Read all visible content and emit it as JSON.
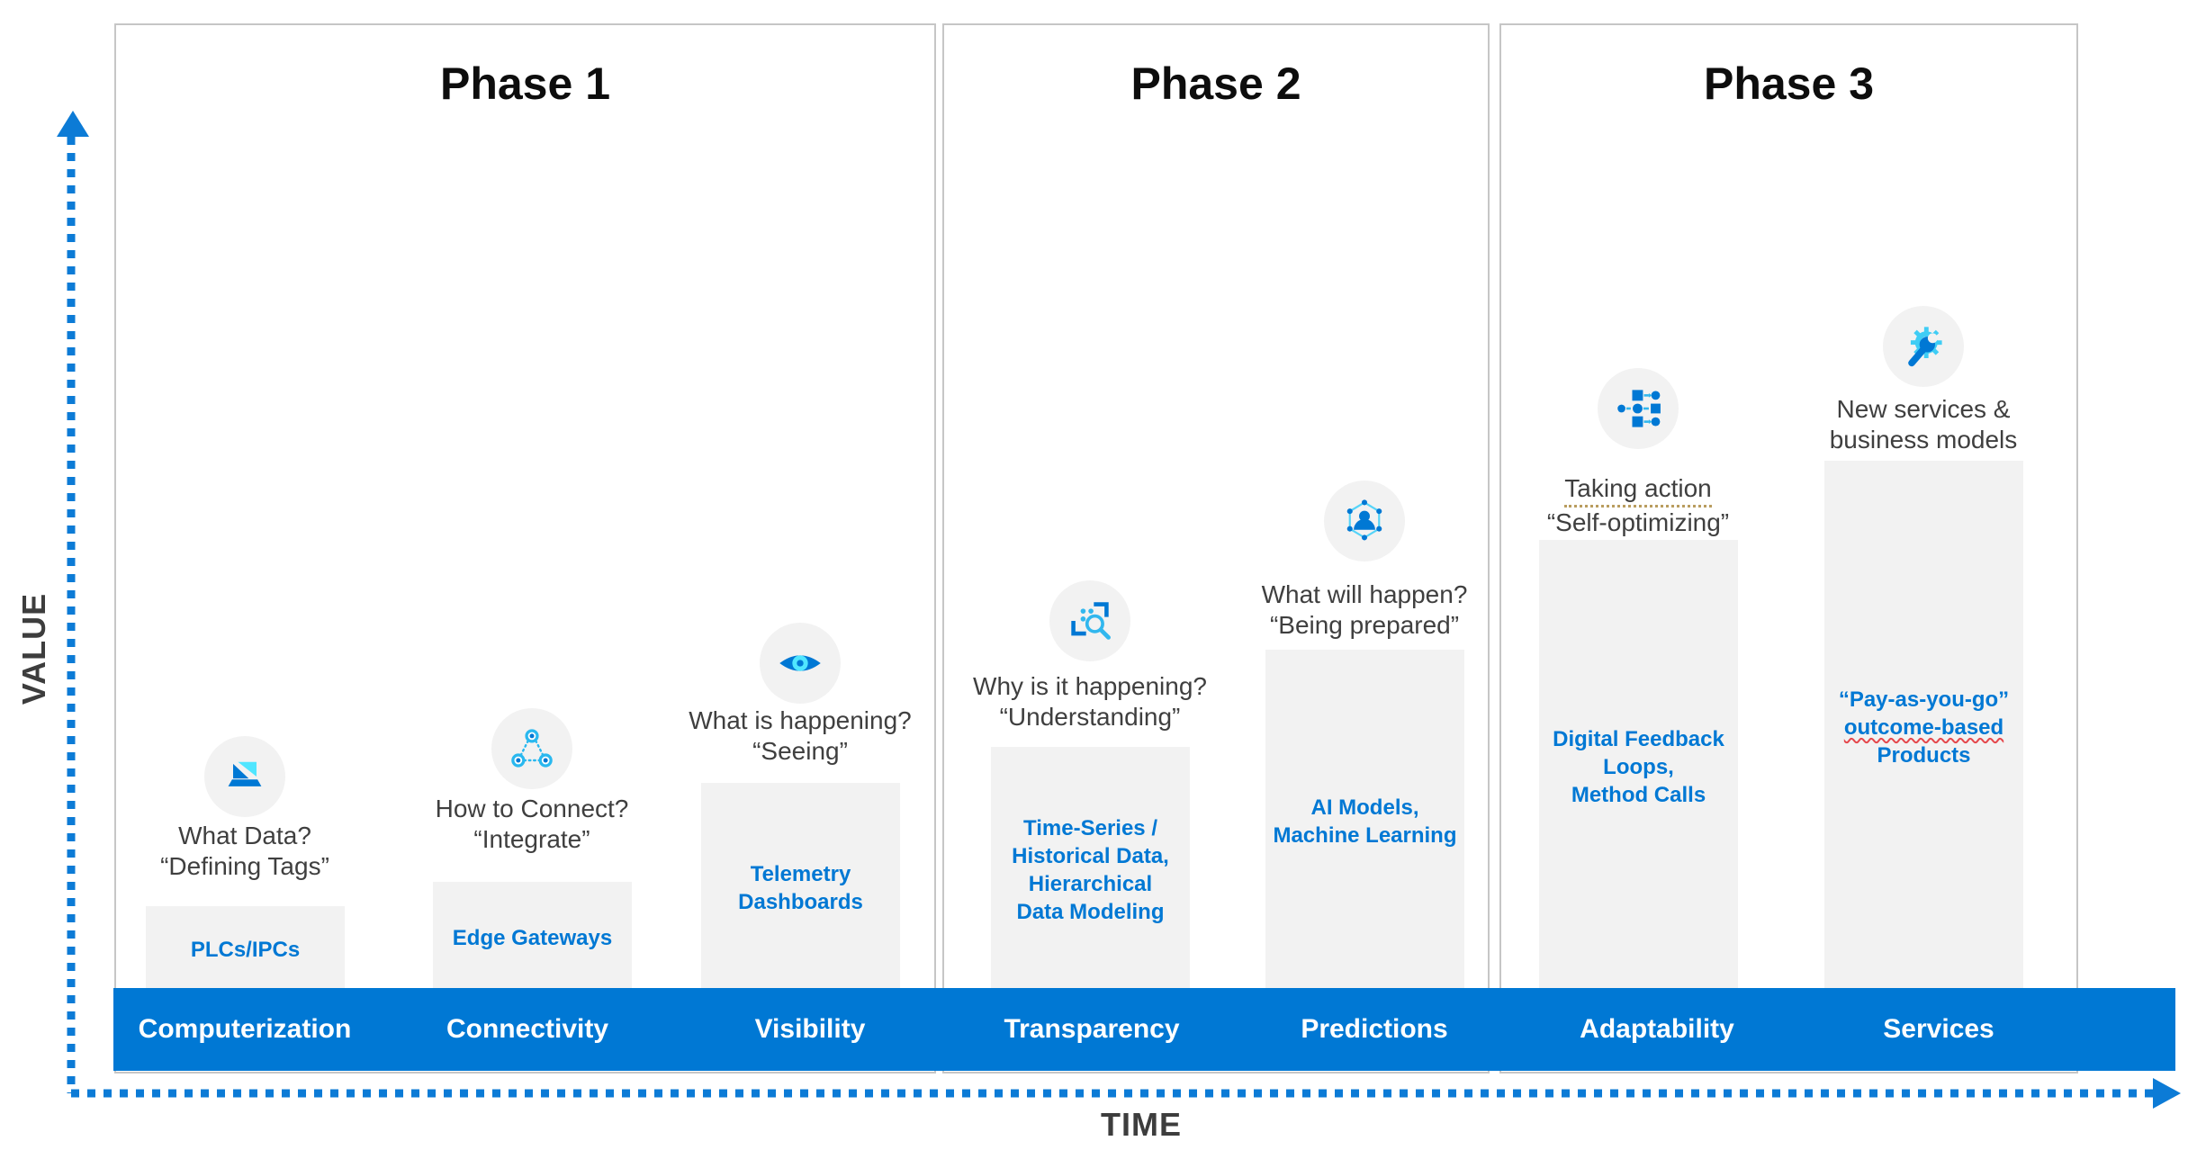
{
  "diagram": {
    "value_axis_label": "VALUE",
    "time_axis_label": "TIME"
  },
  "phases": [
    {
      "title": "Phase 1"
    },
    {
      "title": "Phase 2"
    },
    {
      "title": "Phase 3"
    }
  ],
  "columns": [
    {
      "band_label": "Computerization",
      "icon": "laptop-icon",
      "question": [
        "What Data?",
        "“Defining Tags”"
      ],
      "bar_lines": [
        "PLCs/IPCs"
      ]
    },
    {
      "band_label": "Connectivity",
      "icon": "network-nodes-icon",
      "question": [
        "How to Connect?",
        "“Integrate”"
      ],
      "bar_lines": [
        "Edge Gateways"
      ]
    },
    {
      "band_label": "Visibility",
      "icon": "eye-icon",
      "question": [
        "What is happening?",
        "“Seeing”"
      ],
      "bar_lines": [
        "Telemetry",
        "Dashboards"
      ]
    },
    {
      "band_label": "Transparency",
      "icon": "search-insights-icon",
      "question": [
        "Why is it happening?",
        "“Understanding”"
      ],
      "bar_lines": [
        "Time-Series /",
        "Historical Data,",
        "Hierarchical",
        "Data Modeling"
      ]
    },
    {
      "band_label": "Predictions",
      "icon": "person-network-icon",
      "question": [
        "What will happen?",
        "“Being prepared”"
      ],
      "bar_lines": [
        "AI Models,",
        "Machine Learning"
      ]
    },
    {
      "band_label": "Adaptability",
      "icon": "flowchart-icon",
      "question": [
        "Taking action",
        "“Self-optimizing”"
      ],
      "bar_lines": [
        "Digital Feedback",
        "Loops,",
        "Method Calls"
      ]
    },
    {
      "band_label": "Services",
      "icon": "wrench-gear-icon",
      "question": [
        "New services &",
        "business models"
      ],
      "bar_lines": [
        "“Pay-as-you-go”",
        "outcome-based",
        "Products"
      ]
    }
  ],
  "colors": {
    "accent_blue": "#0078d4",
    "cyan": "#50e6ff",
    "bar_gray": "#f2f2f2",
    "question_text": "#3f3f3f",
    "band_text": "#ffffff"
  }
}
